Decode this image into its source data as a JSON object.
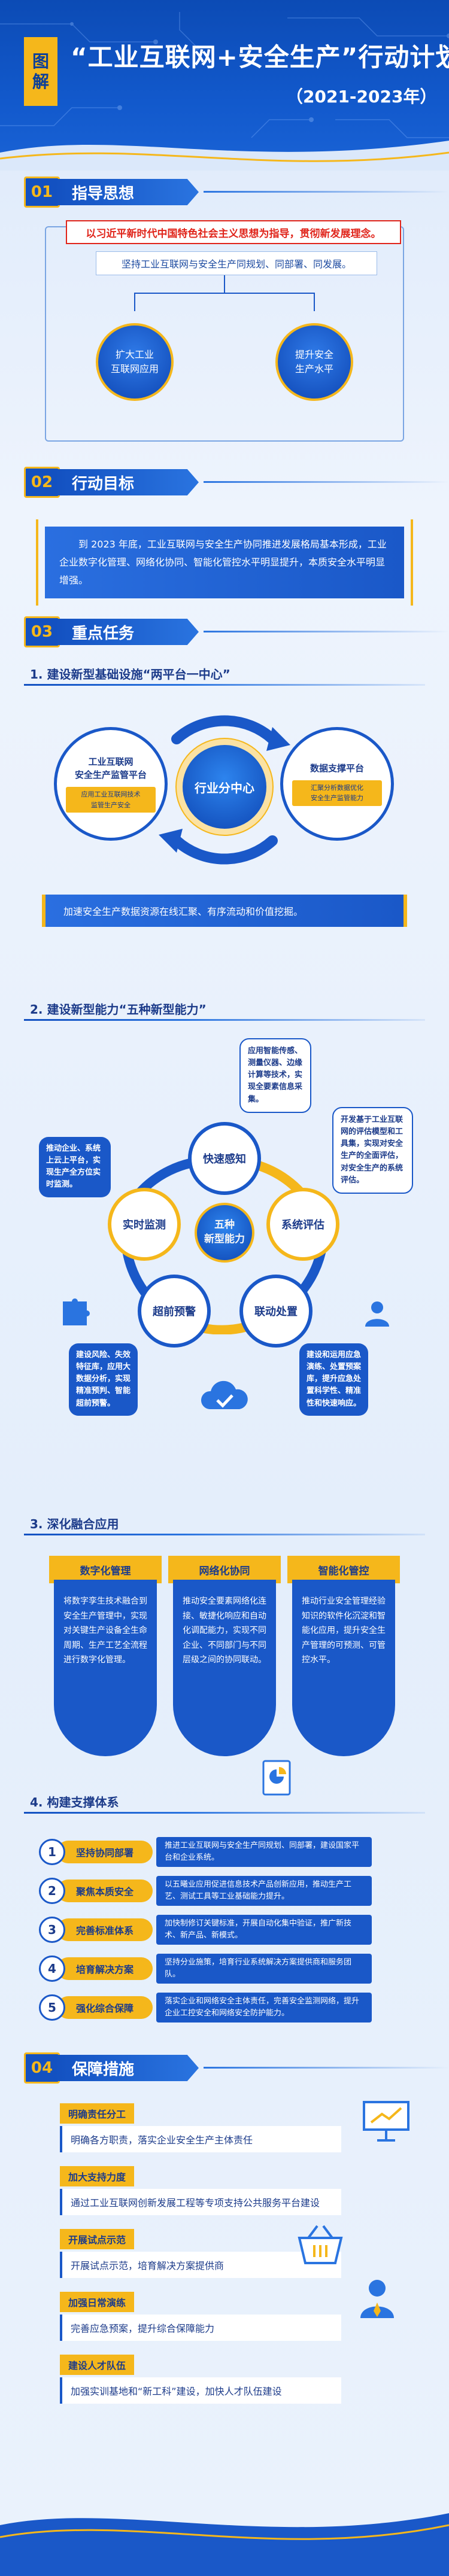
{
  "header": {
    "tag_chars": [
      "图",
      "解"
    ],
    "title": "“工业互联网+安全生产”行动计划",
    "subtitle": "（2021-2023年）"
  },
  "sections": {
    "s1": {
      "num": "01",
      "label": "指导思想"
    },
    "s2": {
      "num": "02",
      "label": "行动目标"
    },
    "s3": {
      "num": "03",
      "label": "重点任务"
    },
    "s4": {
      "num": "04",
      "label": "保障措施"
    }
  },
  "guiding": {
    "red": "以习近平新时代中国特色社会主义思想为指导，贯彻新发展理念。",
    "blue": "坚持工业互联网与安全生产同规划、同部署、同发展。",
    "left_circle": "扩大工业\n互联网应用",
    "right_circle": "提升安全\n生产水平"
  },
  "goal": {
    "text": "到 2023 年底，工业互联网与安全生产协同推进发展格局基本形成，工业企业数字化管理、网络化协同、智能化管控水平明显提升，本质安全水平明显增强。"
  },
  "task1": {
    "title": "1. 建设新型基础设施“两平台一中心”",
    "left_title": "工业互联网\n安全生产监管平台",
    "left_sub": "应用工业互联网技术\n监管生产安全",
    "hub": "行业分中心",
    "right_title": "数据支撑平台",
    "right_sub": "汇聚分析数据优化\n安全生产监管能力",
    "bottom": "加速安全生产数据资源在线汇聚、有序流动和价值挖掘。"
  },
  "task2": {
    "title": "2. 建设新型能力“五种新型能力”",
    "center": "五种\n新型能力",
    "caps": [
      "快速感知",
      "实时监测",
      "系统评估",
      "超前预警",
      "联动处置"
    ],
    "note_top": "应用智能传感、测量仪器、边缘计算等技术，实现全要素信息采集。",
    "note_left": "推动企业、系统上云上平台，实现生产全方位实时监测。",
    "note_right": "开发基于工业互联网的评估模型和工具集，实现对安全生产的全面评估，对安全生产的系统评估。",
    "note_bl": "建设风险、失效特征库，应用大数据分析，实现精准预判、智能超前预警。",
    "note_br": "建设和运用应急演练、处置预案库，提升应急处置科学性、精准性和快速响应。"
  },
  "task3": {
    "title": "3. 深化融合应用",
    "cols": [
      {
        "head": "数字化管理",
        "body": "将数字孪生技术融合到安全生产管理中，实现对关键生产设备全生命周期、生产工艺全流程进行数字化管理。"
      },
      {
        "head": "网络化协同",
        "body": "推动安全要素网络化连接、敏捷化响应和自动化调配能力，实现不同企业、不同部门与不同层级之间的协同联动。"
      },
      {
        "head": "智能化管控",
        "body": "推动行业安全管理经验知识的软件化沉淀和智能化应用，提升安全生产管理的可预测、可管控水平。"
      }
    ]
  },
  "task4": {
    "title": "4. 构建支撑体系",
    "rows": [
      {
        "n": "1",
        "k": "坚持协同部署",
        "v": "推进工业互联网与安全生产同规划、同部署，建设国家平台和企业系统。"
      },
      {
        "n": "2",
        "k": "聚焦本质安全",
        "v": "以五曦业应用促进信息技术产品创新应用，推动生产工艺、测试工具等工业基础能力提升。"
      },
      {
        "n": "3",
        "k": "完善标准体系",
        "v": "加快制修订关键标准，开展自动化集中验证，推广新技术、新产品、新模式。"
      },
      {
        "n": "4",
        "k": "培育解决方案",
        "v": "坚持分业施策，培育行业系统解决方案提供商和服务团队。"
      },
      {
        "n": "5",
        "k": "强化综合保障",
        "v": "落实企业和网络安全主体责任，完善安全监测网络，提升企业工控安全和网络安全防护能力。"
      }
    ]
  },
  "measures": [
    {
      "k": "明确责任分工",
      "v": "明确各方职责，落实企业安全生产主体责任"
    },
    {
      "k": "加大支持力度",
      "v": "通过工业互联网创新发展工程等专项支持公共服务平台建设"
    },
    {
      "k": "开展试点示范",
      "v": "开展试点示范，培育解决方案提供商"
    },
    {
      "k": "加强日常演练",
      "v": "完善应急预案，提升综合保障能力"
    },
    {
      "k": "建设人才队伍",
      "v": "加强实训基地和“新工科”建设，加快人才队伍建设"
    }
  ],
  "colors": {
    "primary": "#1a58c8",
    "accent": "#f5b71b",
    "alert": "#e0251b"
  }
}
